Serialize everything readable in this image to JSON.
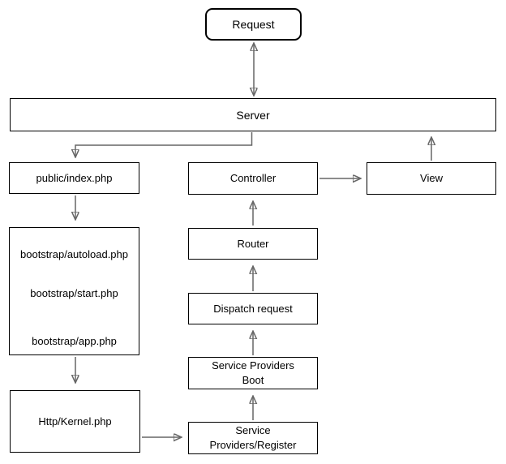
{
  "diagram": {
    "description": "Flowchart of a web request lifecycle",
    "colors": {
      "background": "#ffffff",
      "box_fill": "#ffffff",
      "box_border": "#000000",
      "connector_stem": "#666666",
      "arrowhead": "#1a1a1a",
      "text": "#000000"
    },
    "nodes": {
      "request": {
        "label": "Request",
        "shape": "rounded-rect"
      },
      "server": {
        "label": "Server",
        "shape": "rect"
      },
      "public_index": {
        "label": "public/index.php",
        "shape": "rect"
      },
      "bootstrap": {
        "shape": "rect",
        "lines": [
          "bootstrap/autoload.php",
          "bootstrap/start.php",
          "bootstrap/app.php"
        ]
      },
      "http_kernel": {
        "label": "Http/Kernel.php",
        "shape": "rect"
      },
      "controller": {
        "label": "Controller",
        "shape": "rect"
      },
      "view": {
        "label": "View",
        "shape": "rect"
      },
      "router": {
        "label": "Router",
        "shape": "rect"
      },
      "dispatch": {
        "label": "Dispatch request",
        "shape": "rect"
      },
      "sp_boot": {
        "line1": "Service Providers",
        "line2": "Boot",
        "shape": "rect"
      },
      "sp_register": {
        "line1": "Service",
        "line2": "Providers/Register",
        "shape": "rect"
      }
    },
    "edges": [
      {
        "from": "request",
        "to": "server",
        "style": "double-arrow"
      },
      {
        "from": "server",
        "to": "public_index",
        "style": "arrow-elbow"
      },
      {
        "from": "public_index",
        "to": "bootstrap",
        "style": "arrow"
      },
      {
        "from": "bootstrap/autoload.php",
        "to": "bootstrap/start.php",
        "style": "arrow"
      },
      {
        "from": "bootstrap/start.php",
        "to": "bootstrap/app.php",
        "style": "arrow"
      },
      {
        "from": "bootstrap",
        "to": "http_kernel",
        "style": "arrow"
      },
      {
        "from": "http_kernel",
        "to": "sp_register",
        "style": "arrow"
      },
      {
        "from": "sp_register",
        "to": "sp_boot",
        "style": "arrow"
      },
      {
        "from": "sp_boot",
        "to": "dispatch",
        "style": "arrow"
      },
      {
        "from": "dispatch",
        "to": "router",
        "style": "arrow"
      },
      {
        "from": "router",
        "to": "controller",
        "style": "arrow"
      },
      {
        "from": "controller",
        "to": "view",
        "style": "arrow"
      },
      {
        "from": "view",
        "to": "server",
        "style": "arrow"
      }
    ]
  }
}
